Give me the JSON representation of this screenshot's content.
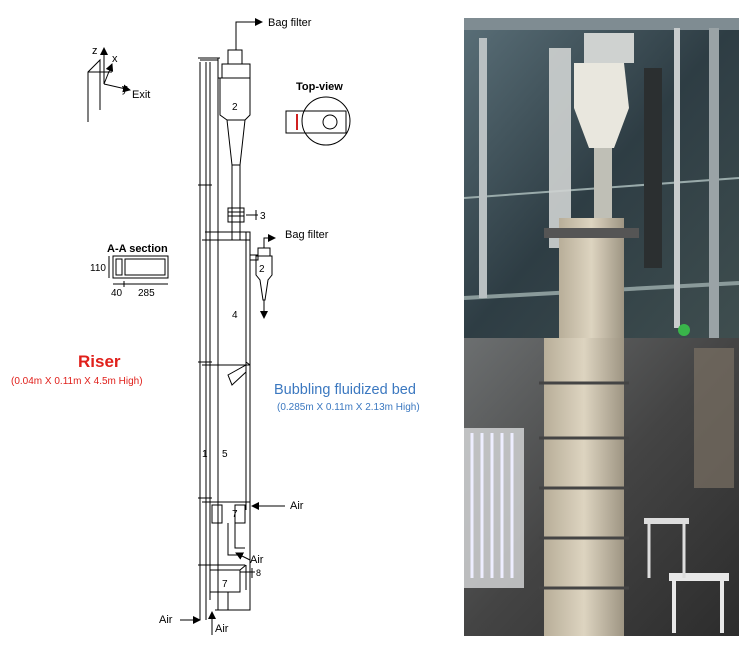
{
  "labels": {
    "bag_filter_top": "Bag filter",
    "bag_filter_mid": "Bag filter",
    "top_view": "Top-view",
    "section": "A-A section",
    "axis_z": "z",
    "axis_x": "x",
    "axis_y": "y",
    "exit": "Exit",
    "dim_110": "110",
    "dim_40": "40",
    "dim_285": "285",
    "num_1": "1",
    "num_2a": "2",
    "num_2b": "2",
    "num_3": "3",
    "num_4": "4",
    "num_5": "5",
    "num_7a": "7",
    "num_7b": "7",
    "num_8": "8",
    "air_right": "Air",
    "air_mid": "Air",
    "air_left": "Air",
    "air_bottom": "Air"
  },
  "riser": {
    "title": "Riser",
    "dims": "(0.04m X 0.11m X 4.5m High)"
  },
  "bubbling_bed": {
    "title": "Bubbling fluidized bed",
    "dims": "(0.285m X 0.11m X 2.13m High)"
  },
  "colors": {
    "riser": "#e0201b",
    "bubbling_bed": "#3b78c0"
  }
}
